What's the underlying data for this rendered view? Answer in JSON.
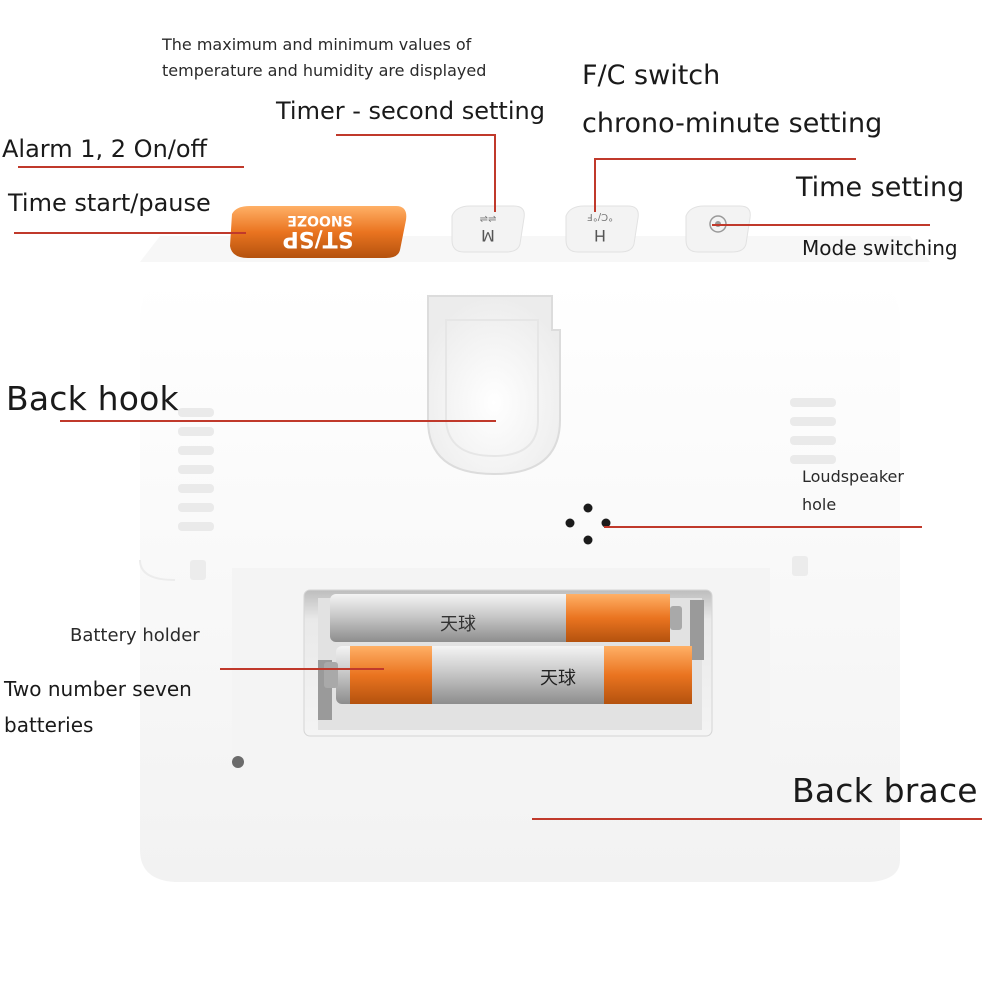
{
  "annotations": {
    "max_min_note_line1": "The maximum and minimum values of",
    "max_min_note_line2": "temperature and humidity are displayed",
    "fc_switch": "F/C switch",
    "timer_second": "Timer - second setting",
    "chrono_minute": "chrono-minute setting",
    "alarm_onoff": "Alarm 1, 2 On/off",
    "time_setting": "Time setting",
    "time_start_pause": "Time start/pause",
    "mode_switching": "Mode switching",
    "back_hook": "Back hook",
    "loudspeaker_line1": "Loudspeaker",
    "loudspeaker_line2": "hole",
    "battery_holder": "Battery holder",
    "two_batteries_line1": "Two number seven",
    "two_batteries_line2": "batteries",
    "back_brace": "Back brace"
  },
  "device": {
    "snooze_button_top": "ST/SP",
    "snooze_button_bottom": "SNOOZE",
    "button_m_label": "M",
    "button_h_label": "H",
    "button_fc_label": "°C/°F",
    "battery_brand": "天球"
  },
  "colors": {
    "leader_line": "#c0392b",
    "snooze_orange": "#f07a1a",
    "battery_orange": "#e8731a",
    "device_white": "#fbfbfb"
  }
}
